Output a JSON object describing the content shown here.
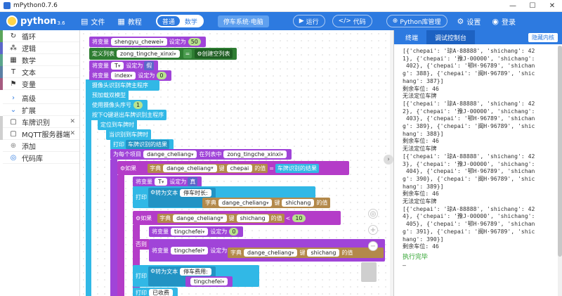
{
  "window": {
    "title": "mPython0.7.6",
    "min": "—",
    "max": "☐",
    "close": "✕"
  },
  "toolbar": {
    "logo_name": "python",
    "logo_version": "3.6",
    "file": "文件",
    "tutorial": "教程",
    "modes": [
      {
        "label": "普通",
        "active": true
      },
      {
        "label": "数学",
        "active": false
      }
    ],
    "system_badge": "停车系统·电脑",
    "run": "运行",
    "code": "代码",
    "library": "Python库管理",
    "settings": "设置",
    "login": "登录"
  },
  "sidebar": {
    "categories": [
      {
        "label": "循环",
        "color": "#5ba55b"
      },
      {
        "label": "逻辑",
        "color": "#5b67c9"
      },
      {
        "label": "数学",
        "color": "#5ba58c"
      },
      {
        "label": "文本",
        "color": "#5b80a5"
      },
      {
        "label": "变量",
        "color": "#a55b80"
      },
      {
        "label": "高级",
        "color": "#2d7ae0"
      },
      {
        "label": "扩展",
        "color": "#e07a2d"
      },
      {
        "label": "车牌识别",
        "color": "#cfcfcf"
      },
      {
        "label": "MQTT服务器端",
        "color": "#cfcfcf"
      },
      {
        "label": "添加",
        "color": "#ffffff"
      },
      {
        "label": "代码库",
        "color": "#ffffff"
      }
    ]
  },
  "blocks": {
    "set": "将变量",
    "to": "设定为",
    "define_list": "定义列表",
    "create_empty": "创建空列表",
    "var_chewei": "shengyu_chewei",
    "num_50": "50",
    "var_list": "zong_tingche_xinxi",
    "var_T": "T",
    "val_false": "假",
    "var_index": "index",
    "num_0": "0",
    "sub_init": "摄像头识别车牌主程序",
    "sub_model": "预加载双模型",
    "sub_cam": "使用摄像头序号",
    "num_1": "1",
    "sub_key": "按下Q键退出车牌识别主程序",
    "line_locate": "定位到车牌时",
    "line_recognized": "当识别到车牌时",
    "print": "打印",
    "print_result": "车牌识别的结果",
    "foreach": "为每个项目",
    "var_item": "dange_cheliang",
    "in_list": "在列表中",
    "if": "如果",
    "dict": "字典",
    "key": "键",
    "of_value": "的值",
    "eq": "=",
    "key_chepai": "chepai",
    "plate_result": "车牌识别的结果",
    "val_true": "真",
    "to_text": "转为文本",
    "parking_time": "停车时长:",
    "key_shichang": "shichang",
    "lt": "<",
    "num_10": "10",
    "var_fee": "tingchefei",
    "else": "否则",
    "fee_label": "停车费用:",
    "paid": "已收费"
  },
  "rpanel": {
    "tabs": [
      {
        "label": "终端",
        "active": false
      },
      {
        "label": "调试控制台",
        "active": true
      }
    ],
    "hide_button": "隐藏内核",
    "console_lines": [
      "[{'chepai': '琼A·88888', 'shichang': 42",
      "1}, {'chepai': '豫J·00000', 'shichang':",
      " 402}, {'chepai': '鄂H·96789', 'shichan",
      "g': 388}, {'chepai': '闽H·96789', 'shic",
      "hang': 387}]",
      "剩余车位: 46",
      "无法定位车牌",
      "[{'chepai': '琼A·88888', 'shichang': 42",
      "2}, {'chepai': '豫J·00000', 'shichang':",
      " 403}, {'chepai': '鄂H·96789', 'shichan",
      "g': 389}, {'chepai': '闽H·96789', 'shic",
      "hang': 388}]",
      "剩余车位: 46",
      "无法定位车牌",
      "[{'chepai': '琼A·88888', 'shichang': 42",
      "3}, {'chepai': '豫J·00000', 'shichang':",
      " 404}, {'chepai': '鄂H·96789', 'shichan",
      "g': 390}, {'chepai': '闽H·96789', 'shic",
      "hang': 389}]",
      "剩余车位: 46",
      "无法定位车牌",
      "[{'chepai': '琼A·88888', 'shichang': 42",
      "4}, {'chepai': '豫J·00000', 'shichang':",
      " 405}, {'chepai': '鄂H·96789', 'shichan",
      "g': 391}, {'chepai': '闽H·96789', 'shic",
      "hang': 390}]",
      "剩余车位: 46"
    ],
    "done": "执行完毕",
    "cursor": "—"
  }
}
